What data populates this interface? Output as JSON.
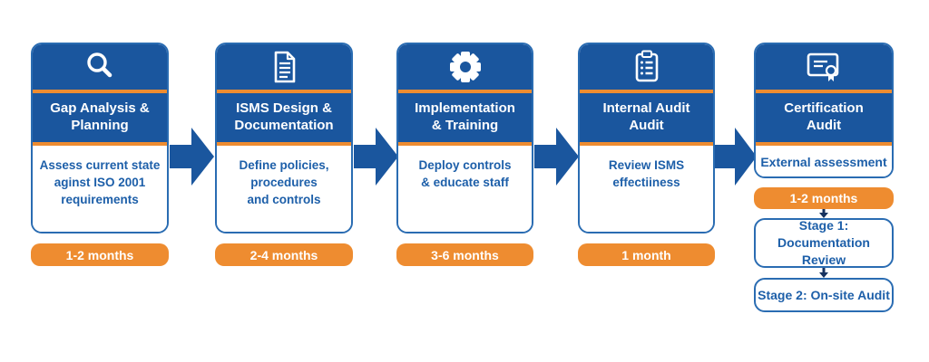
{
  "colors": {
    "header_blue": "#1a569e",
    "card_border_blue": "#2a6cb2",
    "accent_orange": "#ee8c30",
    "description_text_blue": "#1d5fa9",
    "mini_arrow_navy": "#16325f"
  },
  "stages": [
    {
      "icon": "magnifier-icon",
      "title": "Gap Analysis &\nPlanning",
      "description": "Assess current state\naginst ISO 2001\nrequirements",
      "duration": "1-2 months"
    },
    {
      "icon": "document-icon",
      "title": "ISMS Design &\nDocumentation",
      "description": "Define policies,\nprocedures\nand controls",
      "duration": "2-4 months"
    },
    {
      "icon": "gear-icon",
      "title": "Implementation\n& Training",
      "description": "Deploy controls\n& educate staff",
      "duration": "3-6 months"
    },
    {
      "icon": "clipboard-icon",
      "title": "Internal Audit\nAudit",
      "description": "Review ISMS\neffectiiness",
      "duration": "1 month"
    },
    {
      "icon": "certificate-icon",
      "title": "Certification\nAudit",
      "description": "External assessment",
      "duration": "1-2 months"
    }
  ],
  "certification_substages": [
    {
      "label": "Stage 1:\nDocumentation Review"
    },
    {
      "label": "Stage 2: On-site Audit"
    }
  ]
}
